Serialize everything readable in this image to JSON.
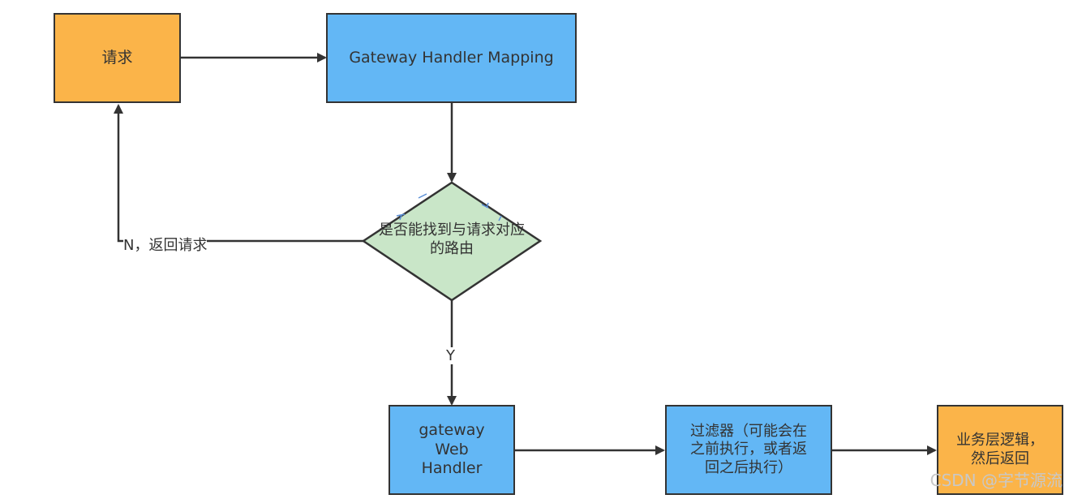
{
  "nodes": {
    "request": "请求",
    "mapping": "Gateway Handler Mapping",
    "decision": "是否能找到与请求对应的路由",
    "web_handler": [
      "gateway",
      "Web",
      "Handler"
    ],
    "filters": [
      "过滤器（可能会在",
      "之前执行，或者返",
      "回之后执行）"
    ],
    "business": [
      "业务层逻辑，",
      "然后返回"
    ]
  },
  "edges": {
    "no_label": "N，返回请求",
    "yes_label": "Y"
  },
  "watermark": "CSDN @字节源流",
  "colors": {
    "orange": "#FBB449",
    "blue": "#63B7F5",
    "green": "#C9E6C8",
    "stroke": "#333333"
  }
}
